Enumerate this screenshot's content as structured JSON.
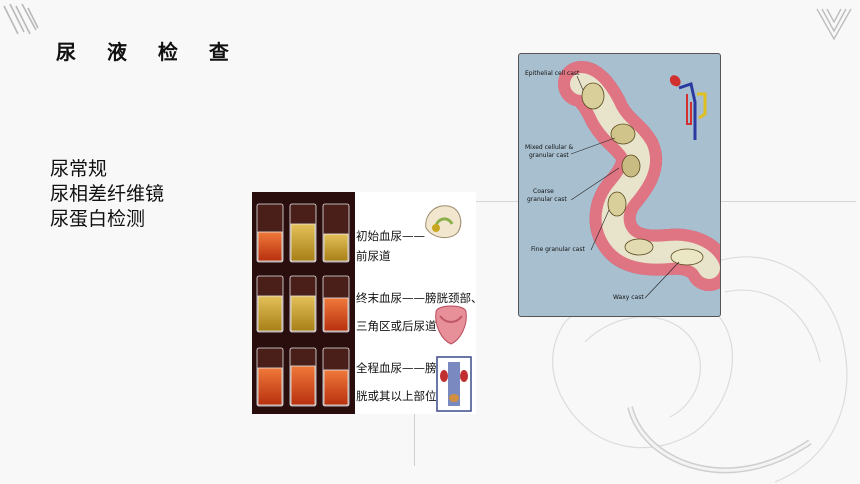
{
  "slide": {
    "title": "尿 液 检 查",
    "bullets": [
      "尿常规",
      "尿相差纤维镜",
      "尿蛋白检测"
    ]
  },
  "urine_figure": {
    "labels": {
      "initial_1": "初始血尿——",
      "initial_2": "前尿道",
      "terminal_1": "终末血尿——膀胱颈部、",
      "terminal_2": "三角区或后尿道",
      "total_1": "全程血尿——膀",
      "total_2": "胱或其以上部位"
    }
  },
  "cast_figure": {
    "labels": {
      "epithelial": "Epithelial cell cast",
      "mixed_1": "Mixed cellular &",
      "mixed_2": "granular cast",
      "coarse_1": "Coarse",
      "coarse_2": "granular cast",
      "fine": "Fine granular cast",
      "waxy": "Waxy cast"
    }
  },
  "colors": {
    "background": "#f8f8f8",
    "cast_panel": "#a7bfcf",
    "tubule_wall": "#c8213a",
    "urine_red": "#d9431a",
    "urine_yellow": "#c9a227"
  }
}
